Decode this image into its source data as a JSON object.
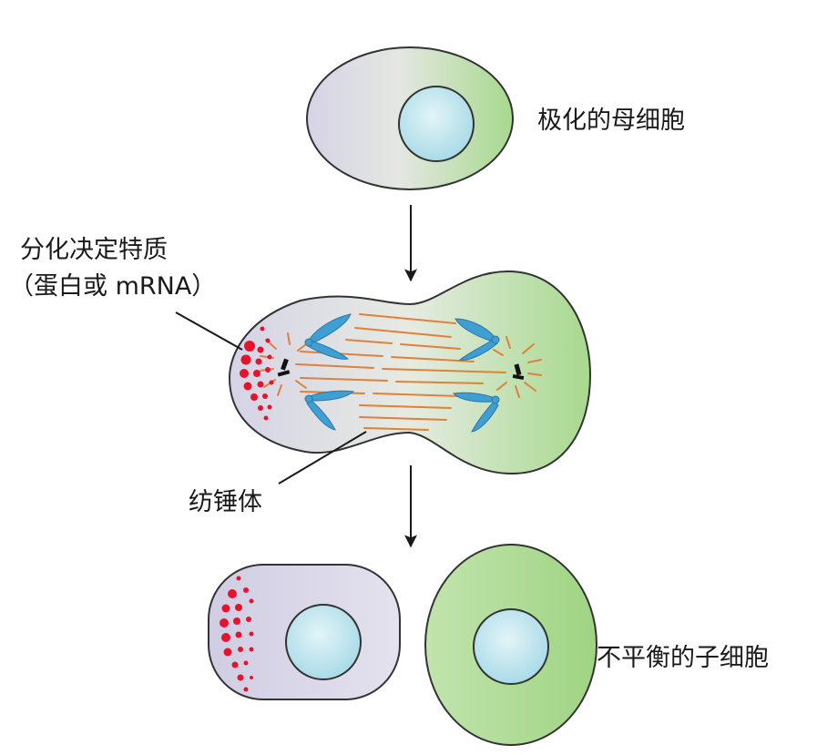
{
  "labels": {
    "polarized_mother_cell": "极化的母细胞",
    "determinant_line1": "分化决定特质",
    "determinant_line2": "（蛋白或 mRNA）",
    "spindle": "纺锤体",
    "unequal_daughter_cells": "不平衡的子细胞"
  },
  "colors": {
    "cell_purple": "#d6d3e6",
    "cell_green": "#a7d98d",
    "nucleus": "#b7e1ec",
    "chromosome": "#3f9fd2",
    "spindle_fiber": "#e0803a",
    "determinant_dot": "#e5142c",
    "outline": "#333333"
  }
}
